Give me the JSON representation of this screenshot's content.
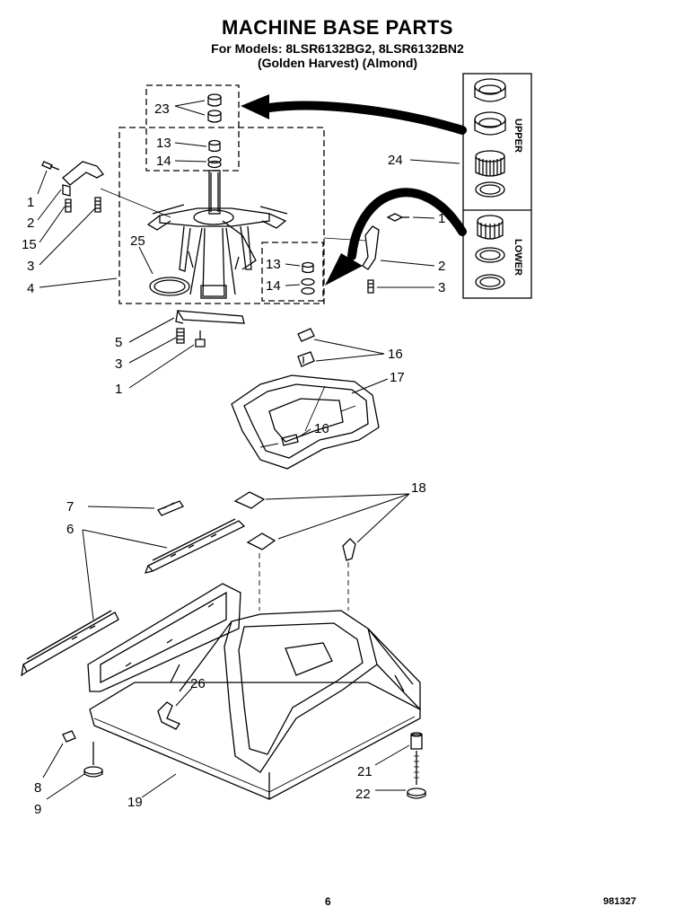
{
  "header": {
    "title": "MACHINE BASE PARTS",
    "models": "For Models: 8LSR6132BG2, 8LSR6132BN2",
    "colors": "(Golden Harvest) (Almond)"
  },
  "callouts": {
    "c23": "23",
    "c13a": "13",
    "c14a": "14",
    "c1a": "1",
    "c2a": "2",
    "c15": "15",
    "c3a": "3",
    "c4": "4",
    "c25": "25",
    "c13b": "13",
    "c14b": "14",
    "c1b": "1",
    "c2b": "2",
    "c3b": "3",
    "c24": "24",
    "c5": "5",
    "c3c": "3",
    "c1c": "1",
    "c16a": "16",
    "c17": "17",
    "c16b": "16",
    "c7": "7",
    "c6": "6",
    "c18": "18",
    "c26": "26",
    "c8": "8",
    "c9": "9",
    "c19": "19",
    "c21": "21",
    "c22": "22"
  },
  "kit_labels": {
    "upper": "UPPER",
    "lower": "LOWER"
  },
  "footer": {
    "page": "6",
    "code": "981327"
  }
}
